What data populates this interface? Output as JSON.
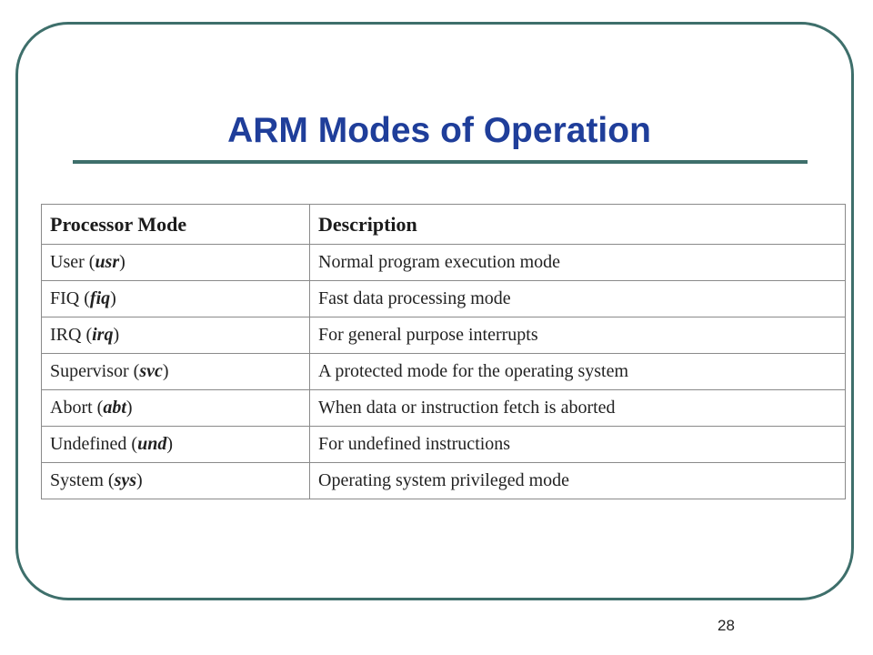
{
  "slide": {
    "title": "ARM Modes of Operation",
    "page_number": "28"
  },
  "table": {
    "headers": [
      "Processor Mode",
      "Description"
    ],
    "rows": [
      {
        "mode": "User",
        "abbr": "usr",
        "description": "Normal program execution mode"
      },
      {
        "mode": "FIQ",
        "abbr": "fiq",
        "description": "Fast data processing mode"
      },
      {
        "mode": "IRQ",
        "abbr": "irq",
        "description": "For general purpose interrupts"
      },
      {
        "mode": "Supervisor",
        "abbr": "svc",
        "description": "A protected mode for the operating system"
      },
      {
        "mode": "Abort",
        "abbr": "abt",
        "description": "When data or instruction fetch is aborted"
      },
      {
        "mode": "Undefined",
        "abbr": "und",
        "description": "For undefined instructions"
      },
      {
        "mode": "System",
        "abbr": "sys",
        "description": "Operating system privileged mode"
      }
    ]
  },
  "colors": {
    "title": "#1f3e9a",
    "frame": "#3e6f6b",
    "table_border": "#8a8a8a"
  }
}
